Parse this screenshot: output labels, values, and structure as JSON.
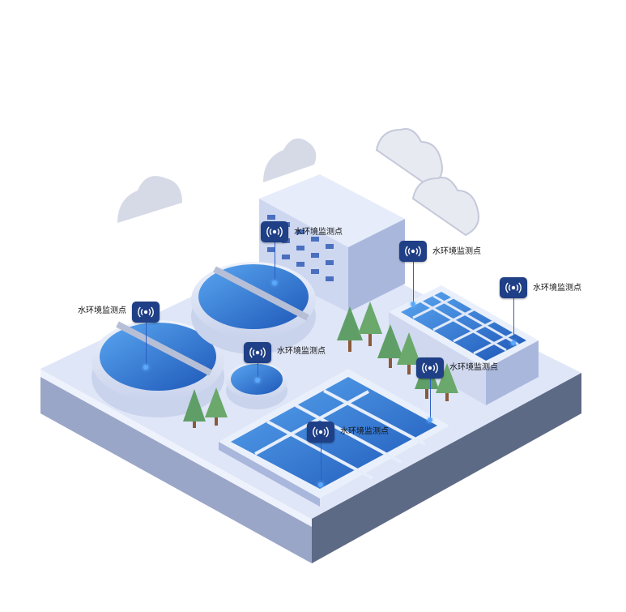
{
  "colors": {
    "platform_top": "#dfe6f7",
    "platform_side": "#9aa6c7",
    "platform_front": "#5d6a86",
    "water": "#2d6fd0",
    "water_light": "#4a95e8",
    "marker_bg": "#1f3f86",
    "tree": "#6aa86c"
  },
  "icons": {
    "marker": "wireless-signal-icon"
  },
  "markers": [
    {
      "label": "水环境监测点"
    },
    {
      "label": "水环境监测点"
    },
    {
      "label": "水环境监测点"
    },
    {
      "label": "水环境监测点"
    },
    {
      "label": "水环境监测点"
    },
    {
      "label": "水环境监测点"
    },
    {
      "label": "水环境监测点"
    }
  ]
}
